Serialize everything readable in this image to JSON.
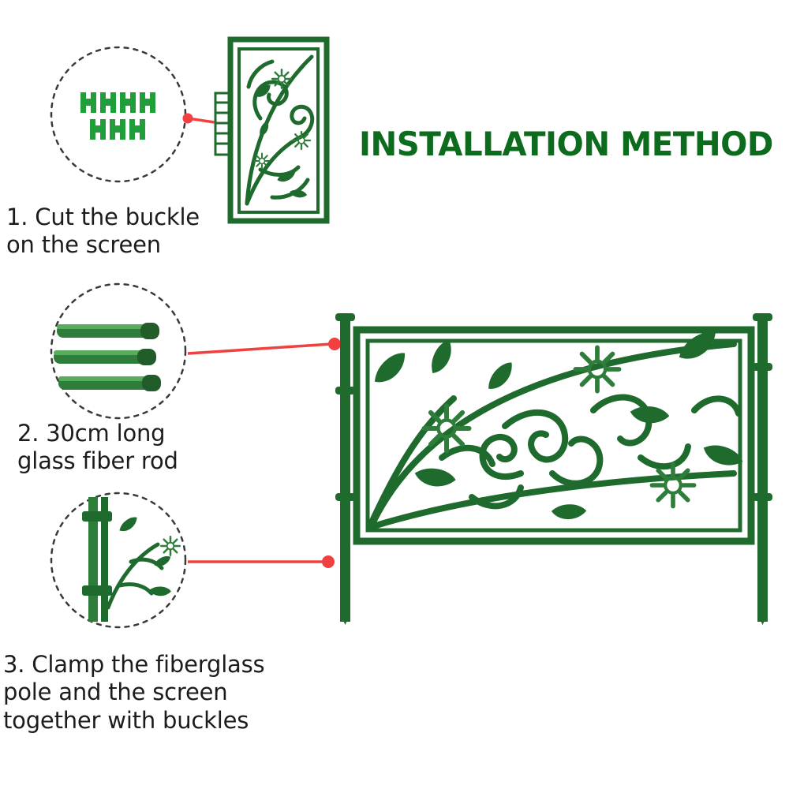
{
  "page": {
    "title": "INSTALLATION METHOD",
    "background_color": "#ffffff",
    "title_color": "#0d6b1e",
    "connector_color": "#f04040",
    "fence_color": "#1f6b2e",
    "steps": [
      {
        "id": "step-1",
        "number": "1.",
        "line1": "1. Cut the buckle",
        "line2": "on the screen",
        "callout": "buckles-closeup"
      },
      {
        "id": "step-2",
        "number": "2.",
        "line1": "2. 30cm long",
        "line2": "glass fiber rod",
        "callout": "fiberglass-rods-closeup"
      },
      {
        "id": "step-3",
        "number": "3.",
        "line1": "3. Clamp the fiberglass",
        "line2": "pole and the screen",
        "line3": "together with buckles",
        "callout": "clamped-joint-closeup"
      }
    ],
    "diagram": {
      "product": "decorative garden fence panel",
      "panel_top": "small-fence-panel-with-buckle-strip",
      "panel_main": "large-fence-panel-with-stakes",
      "motifs": [
        "flower",
        "leaf",
        "scroll-vine"
      ]
    }
  }
}
